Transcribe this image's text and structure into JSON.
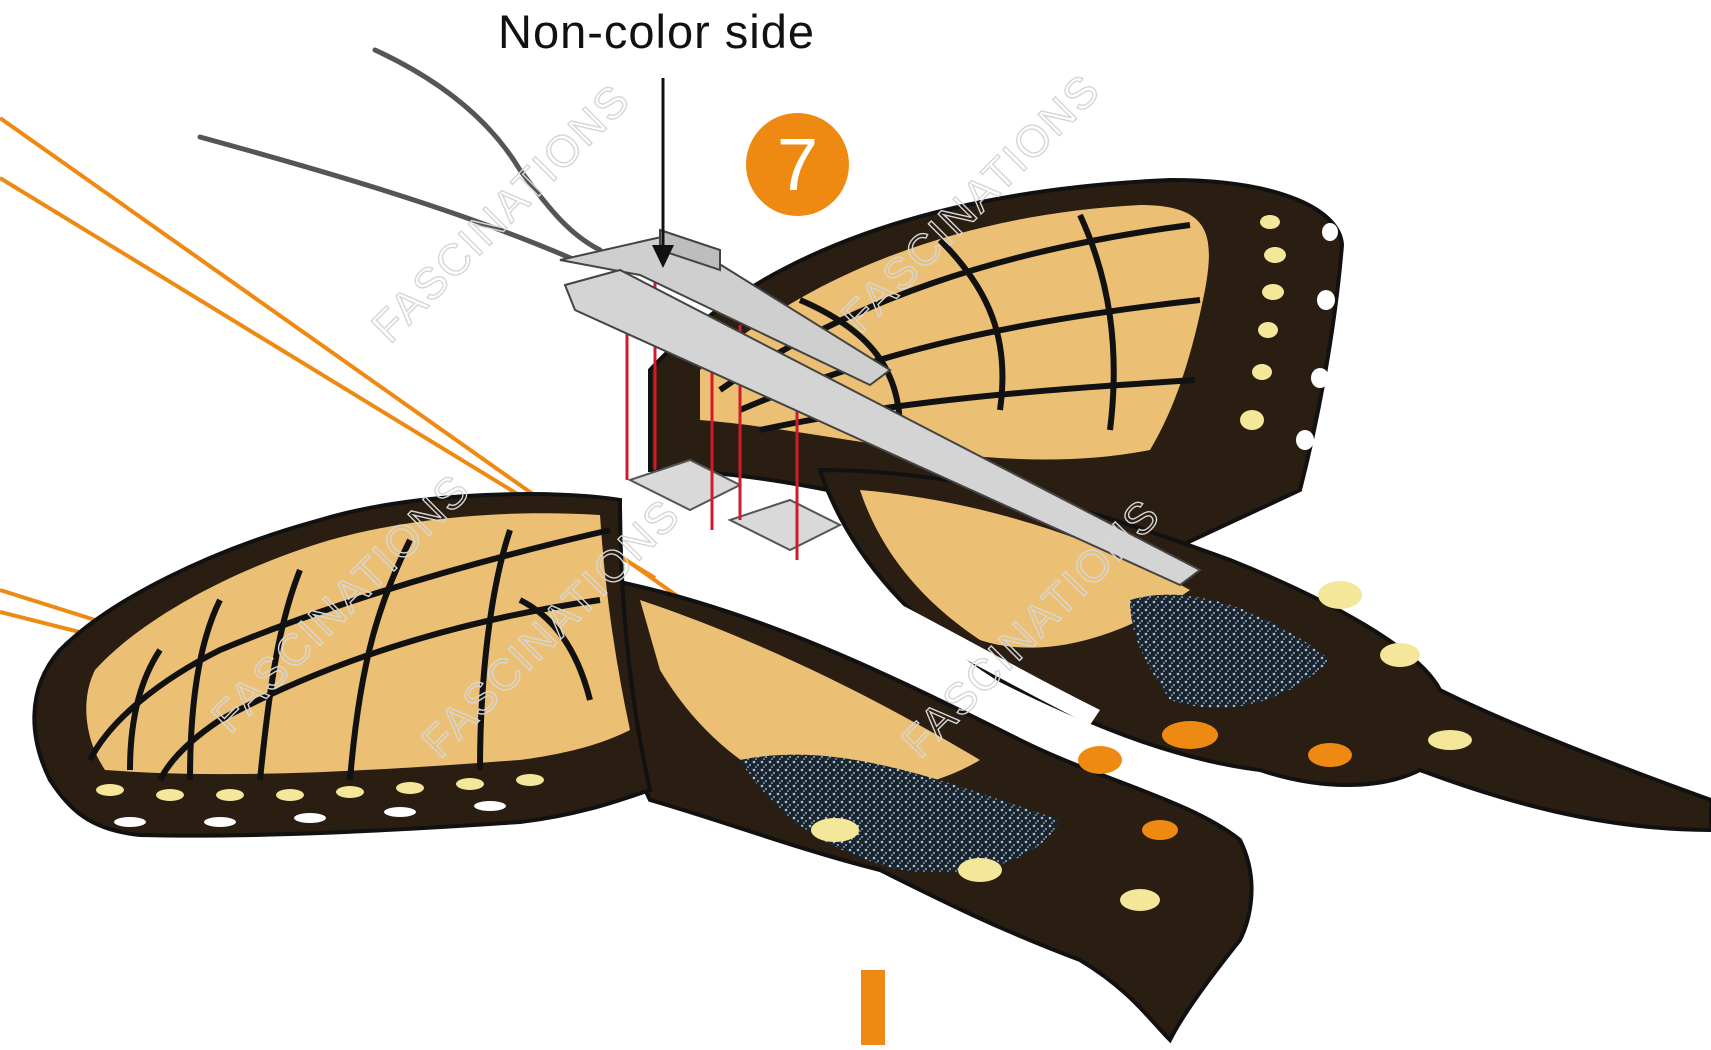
{
  "diagram": {
    "label_top": "Non-color side",
    "step_number": "7",
    "watermark_text": "FASCINATIONS"
  },
  "colors": {
    "accent_orange": "#EE8A12",
    "wing_tan": "#ECC074",
    "wing_dark": "#2a1d12",
    "vein_black": "#111111",
    "tail_blue": "#7f99a8",
    "spot_cream": "#f4e79a",
    "metal_gray": "#c9c9c9",
    "rod_red": "#d01c2a"
  },
  "icons": [
    "butterfly-model-illustration",
    "arrow-down-icon",
    "step-number-badge"
  ]
}
